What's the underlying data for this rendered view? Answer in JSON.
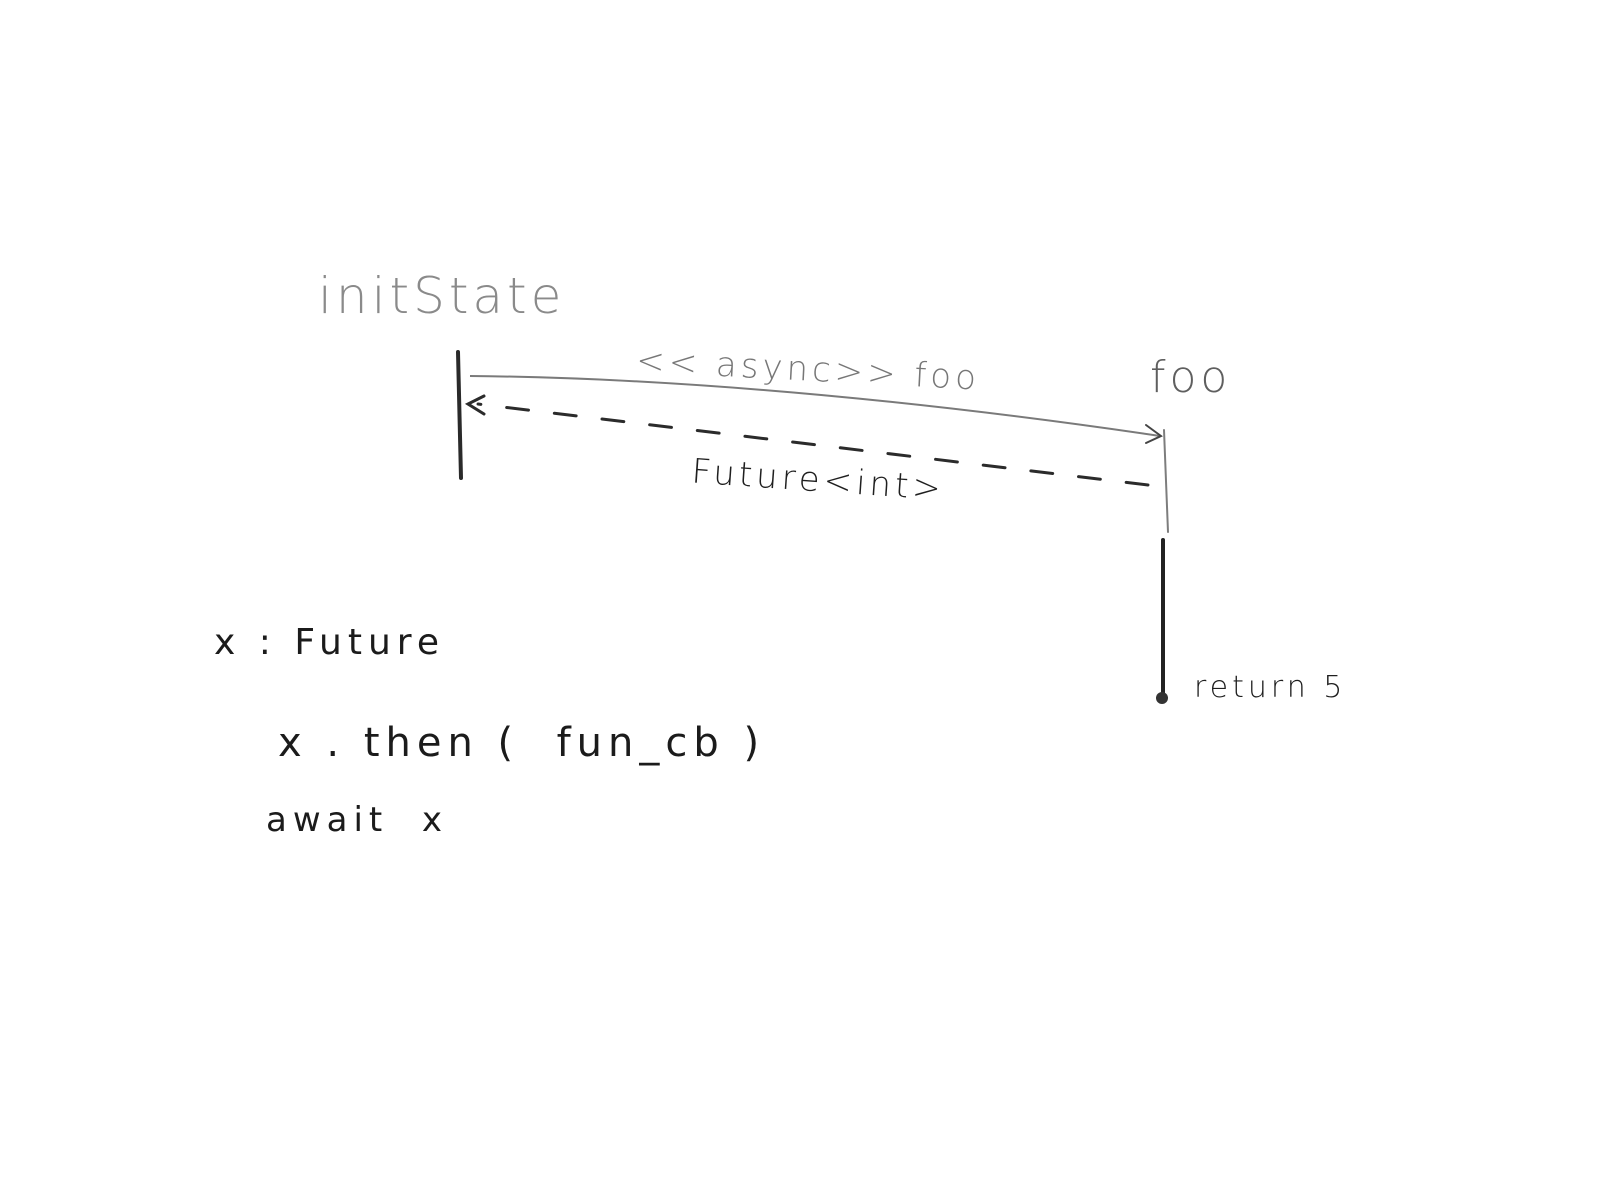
{
  "diagram": {
    "participants": [
      {
        "name": "initState"
      },
      {
        "name": "foo"
      }
    ],
    "messages": [
      {
        "label": "<< async>> foo",
        "from": "initState",
        "to": "foo",
        "style": "solid"
      },
      {
        "label": "Future<int>",
        "from": "foo",
        "to": "initState",
        "style": "dashed"
      }
    ],
    "end_note": "return 5",
    "colors": {
      "ink": "#1b1b1b",
      "light_ink": "#8a8a8a"
    }
  },
  "notes": {
    "line1": "x : Future",
    "line2": "x . then (  fun_cb )",
    "line3": "await  x"
  }
}
